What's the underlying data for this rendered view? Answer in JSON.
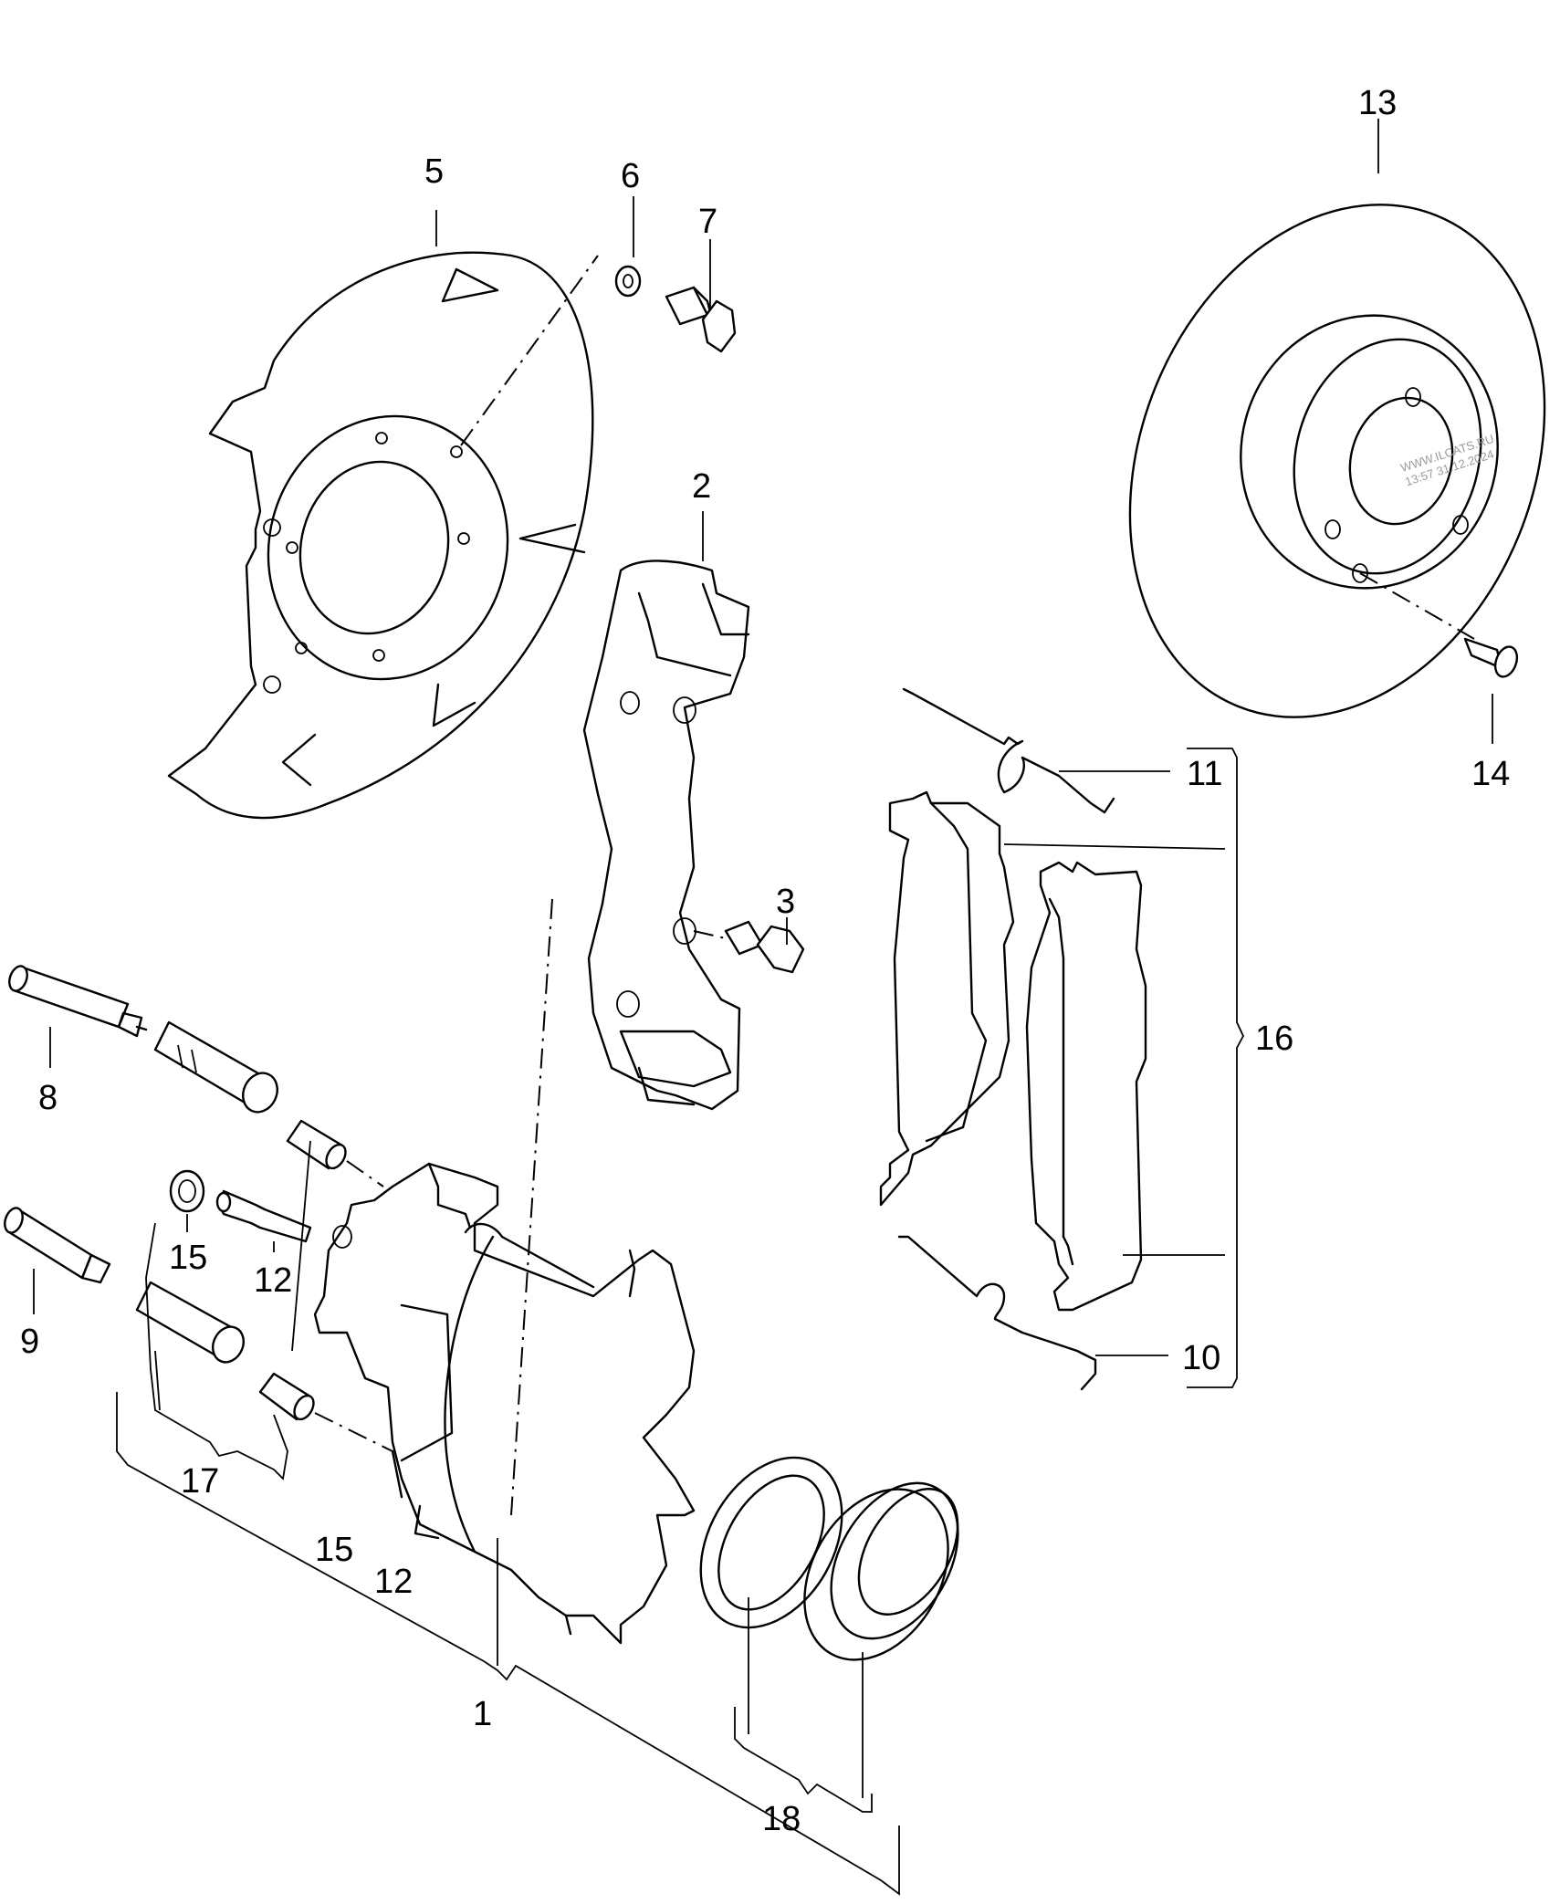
{
  "labels": {
    "l1": "1",
    "l2": "2",
    "l3": "3",
    "l5": "5",
    "l6": "6",
    "l7": "7",
    "l8": "8",
    "l9": "9",
    "l10": "10",
    "l11": "11",
    "l12a": "12",
    "l12b": "12",
    "l13": "13",
    "l14": "14",
    "l15a": "15",
    "l15b": "15",
    "l16": "16",
    "l17": "17",
    "l18": "18"
  },
  "watermark": {
    "line1": "WWW.ILCATS.RU",
    "line2": "13:57 31.12.2024"
  }
}
